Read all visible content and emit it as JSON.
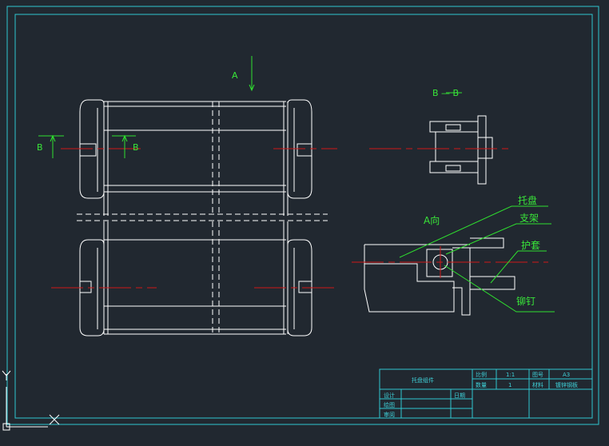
{
  "colors": {
    "background": "#212830",
    "frame": "#2fc6d0",
    "geometry": "#ffffff",
    "center_lines": "#d01818",
    "annotations": "#39e639"
  },
  "annotations": {
    "view_arrow_a": "A",
    "section_b_left": "B",
    "section_b_right": "B",
    "section_title": "B — B",
    "view_a_title": "A向",
    "leaders": {
      "tray": "托盘",
      "bracket": "支架",
      "sleeve": "护套",
      "rivet": "铆钉"
    }
  },
  "title_block": {
    "name": "托盘组件",
    "scale_label": "比例",
    "scale_value": "1:1",
    "drawing_no_label": "图号",
    "drawing_no_value": "A3",
    "quantity_label": "数量",
    "quantity_value": "1",
    "material_label": "材料",
    "material_value": "镀锌钢板",
    "design_label": "设计",
    "drawing_label": "绘图",
    "review_label": "审阅",
    "date_label": "日期"
  },
  "ucs": {
    "x_label": "X",
    "y_label": "Y"
  },
  "icons": [
    "ucs-axis-icon",
    "section-arrow-icon"
  ]
}
